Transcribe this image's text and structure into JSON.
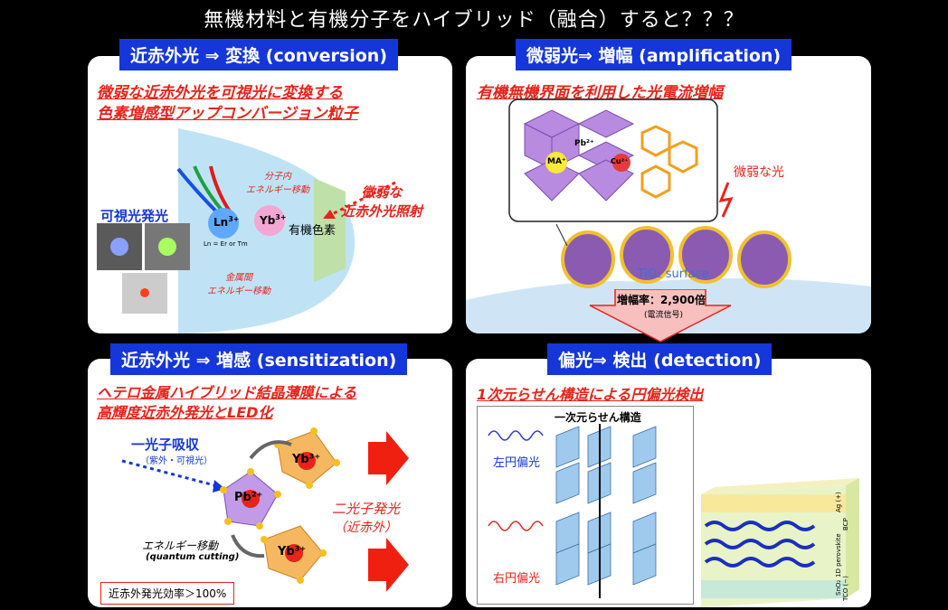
{
  "title": "無機材料と有機分子をハイブリッド（融合）すると？？？",
  "panels": {
    "conversion": {
      "header": "近赤外光 ⇒ 変換 (conversion)",
      "line1": "微弱な近赤外光を可視光に変換する",
      "line2": "色素増感型アップコンバージョン粒子",
      "visible_emission": "可視光発光",
      "intra_energy": "分子内\nエネルギー移動",
      "weak_nir": "微弱な\n近赤外光照射",
      "organic_dye": "有機色素",
      "ln": "Ln",
      "ln_note": "Ln = Er or Tm",
      "yb": "Yb",
      "charge": "3+",
      "intermetal": "金属間\nエネルギー移動"
    },
    "amplification": {
      "header": "微弱光⇒ 増幅 (amplification)",
      "line1": "有機無機界面を利用した光電流増幅",
      "weak_light": "微弱な光",
      "surface": "TiO₂ surface",
      "pb": "Pb²⁺",
      "ma": "MA⁺",
      "cu": "Cu²⁺",
      "gain": "増幅率：2,900倍",
      "gain_note": "(電流信号)"
    },
    "sensitization": {
      "header": "近赤外光 ⇒ 増感 (sensitization)",
      "line1": "ヘテロ金属ハイブリッド結晶薄膜による",
      "line2": "高輝度近赤外発光とLED化",
      "absorb": "一光子吸収",
      "absorb_note": "（紫外・可視光）",
      "pb": "Pb²⁺",
      "yb": "Yb³⁺",
      "two_photon": "二光子発光",
      "two_photon_note": "（近赤外）",
      "energy": "エネルギー移動",
      "energy_note": "(quantum cutting)",
      "efficiency": "近赤外発光効率＞100%"
    },
    "detection": {
      "header": "偏光⇒ 検出 (detection)",
      "line1": "1次元らせん構造による円偏光検出",
      "structure": "一次元らせん構造",
      "left": "左円偏光",
      "right": "右円偏光",
      "layers": [
        "Ag (+)",
        "BCP",
        "1D perovskite",
        "SnO₂",
        "TCO (−)"
      ]
    }
  },
  "colors": {
    "header_bg": "#1536d9",
    "accent_red": "#e8231a",
    "perovskite_purple": "#a46fd6",
    "yb_orange": "#f0a040",
    "crystal_blue": "#7fb7e6"
  }
}
